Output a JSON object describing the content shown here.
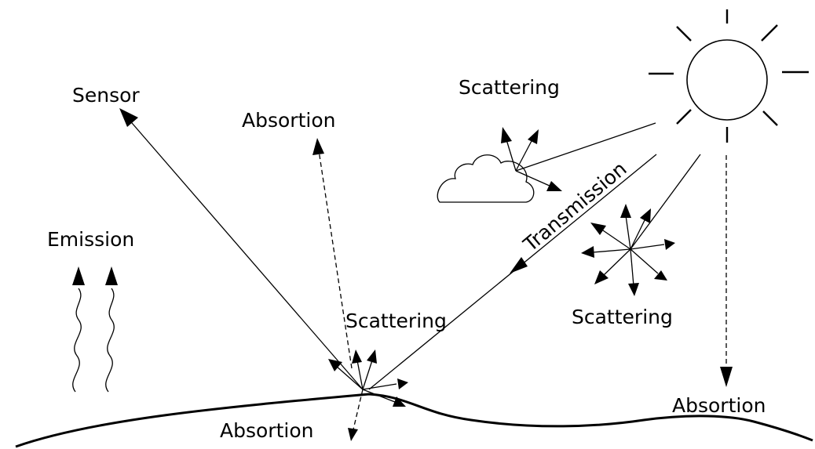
{
  "labels": {
    "sensor": "Sensor",
    "absorption_sky": "Absortion",
    "scattering_cloud": "Scattering",
    "emission": "Emission",
    "transmission": "Transmission",
    "scattering_ground": "Scattering",
    "scattering_air": "Scattering",
    "absorption_ground": "Absortion",
    "absorption_right": "Absortion"
  },
  "icons": [
    "sun-icon",
    "cloud-icon",
    "emission-wave-icon"
  ],
  "colors": {
    "ink": "#000000",
    "background": "#ffffff"
  }
}
